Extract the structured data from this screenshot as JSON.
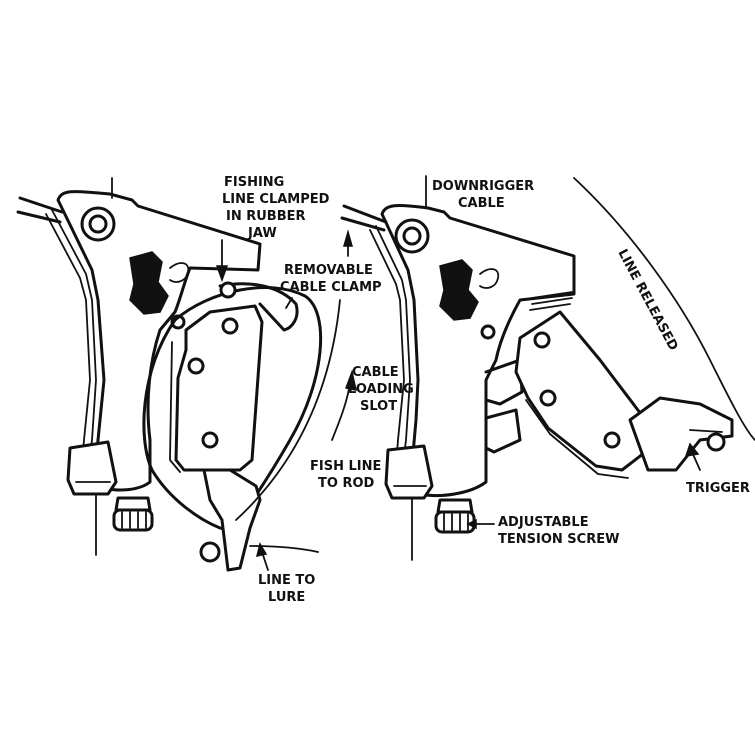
{
  "labels": {
    "fishing_line_clamped": [
      "FISHING",
      "LINE CLAMPED",
      "IN RUBBER",
      "JAW"
    ],
    "removable_cable_clamp": [
      "REMOVABLE",
      "CABLE CLAMP"
    ],
    "cable_loading_slot": [
      "CABLE",
      "LOADING",
      "SLOT"
    ],
    "fish_line_to_rod": [
      "FISH LINE",
      "TO ROD"
    ],
    "line_to_lure": [
      "LINE TO",
      "LURE"
    ],
    "downrigger_cable": [
      "DOWNRIGGER",
      "CABLE"
    ],
    "line_released": "LINE RELEASED",
    "trigger": "TRIGGER",
    "adjustable_tension_screw": [
      "ADJUSTABLE",
      "TENSION SCREW"
    ]
  },
  "colors": {
    "ink": "#111111",
    "paper": "#ffffff"
  }
}
